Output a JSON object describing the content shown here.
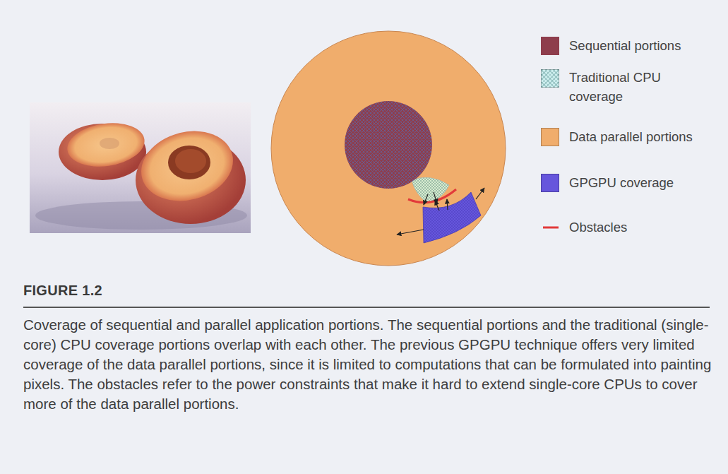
{
  "diagram": {
    "title": "FIGURE 1.2",
    "caption": "Coverage of sequential and parallel application portions. The sequential portions and the traditional (single-core) CPU coverage portions overlap with each other. The previous GPGPU technique offers very limited coverage of the data parallel portions, since it is limited to computations that can be formulated into painting pixels. The obstacles refer to the power constraints that make it hard to extend single-core CPUs to cover more of the data parallel portions.",
    "legend": [
      {
        "text": "Sequential portions",
        "color": "#8e3d4c"
      },
      {
        "text": "Traditional CPU coverage",
        "color": "#cdeeee"
      },
      {
        "text": "Data parallel portions",
        "color": "#f0ad6c"
      },
      {
        "text": "GPGPU coverage",
        "color": "#6656dc"
      },
      {
        "text": "Obstacles"
      }
    ]
  }
}
